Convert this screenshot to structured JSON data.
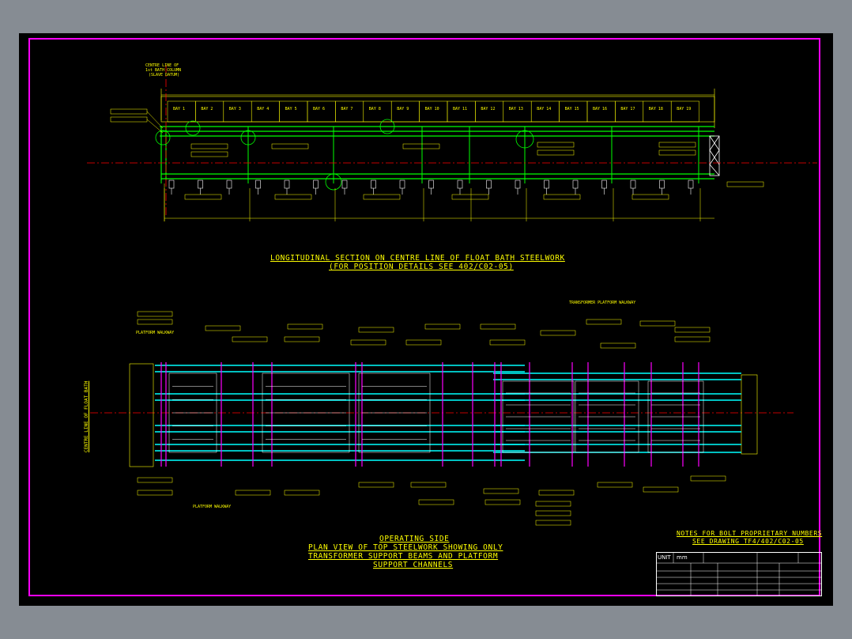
{
  "drawing": {
    "section_title": "LONGITUDINAL SECTION ON CENTRE LINE OF FLOAT BATH STEELWORK",
    "section_subtitle": "(FOR POSITION DETAILS SEE 402/C02-05)",
    "plan_title_1": "OPERATING SIDE",
    "plan_title_2": "PLAN VIEW OF TOP STEELWORK SHOWING ONLY",
    "plan_title_3": "TRANSFORMER SUPPORT BEAMS AND PLATFORM",
    "plan_title_4": "SUPPORT CHANNELS",
    "notes_1": "NOTES FOR BOLT PROPRIETARY NUMBERS",
    "notes_2": "SEE DRAWING TF4/402/C02-05",
    "centre_line": "CENTRE LINE OF FLOAT BATH",
    "centre_line_top_1": "CENTRE LINE OF",
    "centre_line_top_2": "1st BATH COLUMN",
    "centre_line_top_3": "(SLAVE DATUM)",
    "platform_walkway": "PLATFORM WALKWAY",
    "transformer_walkway": "TRANSFORMER PLATFORM WALKWAY",
    "bay_labels": [
      "BAY 1",
      "BAY 2",
      "BAY 3",
      "BAY 4",
      "BAY 5",
      "BAY 6",
      "BAY 7",
      "BAY 8",
      "BAY 9",
      "BAY 10",
      "BAY 11",
      "BAY 12",
      "BAY 13",
      "BAY 14",
      "BAY 15",
      "BAY 16",
      "BAY 17",
      "BAY 18",
      "BAY 19"
    ]
  },
  "title_block": {
    "unit_label": "UNIT",
    "unit_value": "mm"
  },
  "colors": {
    "frame": "#ff00ff",
    "text": "#ffff00",
    "steel": "#00ff00",
    "beams": "#00ffff",
    "centre": "#ff0000"
  }
}
